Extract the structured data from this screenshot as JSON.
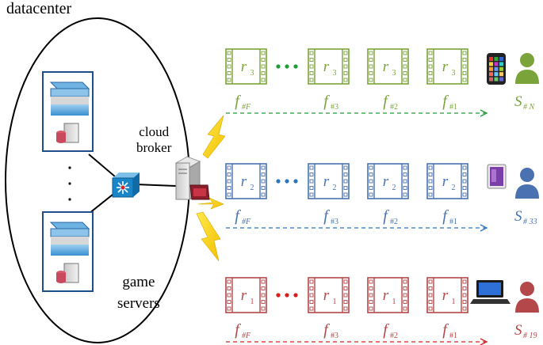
{
  "title": "datacenter",
  "broker": {
    "line1": "cloud",
    "line2": "broker"
  },
  "servers": {
    "line1": "game",
    "line2": "servers"
  },
  "frame_labels": [
    "f",
    "f",
    "f",
    "f"
  ],
  "frame_subs": [
    "#F",
    "#3",
    "#2",
    "#1"
  ],
  "rows": [
    {
      "r_base": "r",
      "r_sub": "3",
      "color": "#7aa33a",
      "dots": "#1e9e3a",
      "user_base": "S",
      "user_sub": "# N",
      "device": "phone-icon"
    },
    {
      "r_base": "r",
      "r_sub": "2",
      "color": "#4a72b0",
      "dots": "#2f74c0",
      "user_base": "S",
      "user_sub": "# 33",
      "device": "tablet-icon"
    },
    {
      "r_base": "r",
      "r_sub": "1",
      "color": "#b3474a",
      "dots": "#d81e1e",
      "user_base": "S",
      "user_sub": "# 19",
      "device": "laptop-icon"
    }
  ]
}
